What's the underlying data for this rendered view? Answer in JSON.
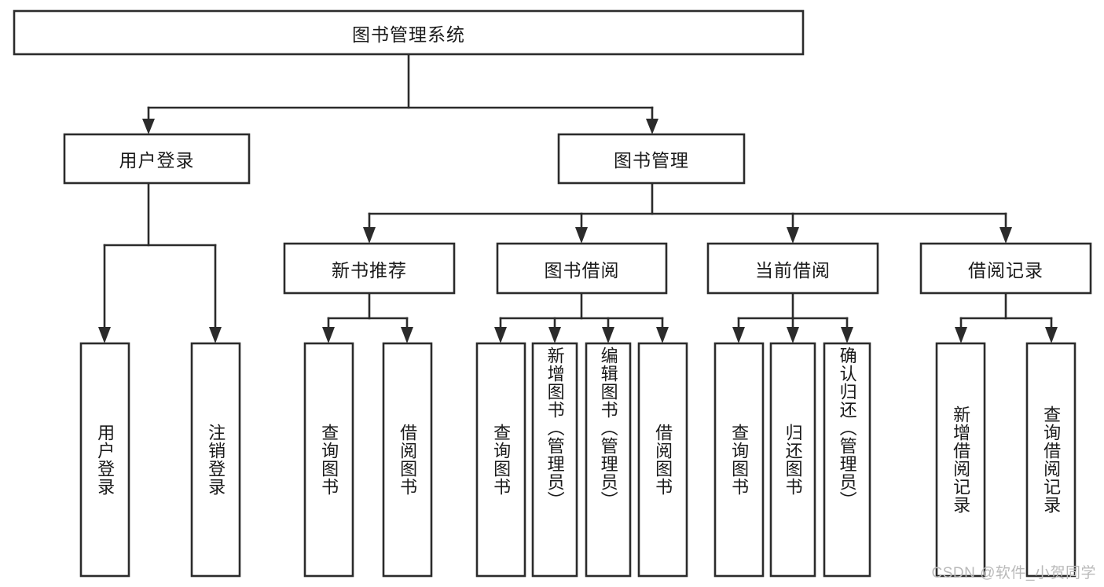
{
  "diagram": {
    "title": "图书管理系统",
    "type": "tree-hierarchy",
    "watermark": "CSDN @软件_小贺同学",
    "colors": {
      "stroke": "#2b2b2b",
      "fill": "#ffffff",
      "text": "#1a1a1a",
      "watermark": "#b9b9b9"
    },
    "root": {
      "label": "图书管理系统",
      "orientation": "horizontal"
    },
    "level2": [
      {
        "label": "用户登录",
        "orientation": "horizontal"
      },
      {
        "label": "图书管理",
        "orientation": "horizontal"
      }
    ],
    "level3": [
      {
        "label": "新书推荐",
        "orientation": "horizontal"
      },
      {
        "label": "图书借阅",
        "orientation": "horizontal"
      },
      {
        "label": "当前借阅",
        "orientation": "horizontal"
      },
      {
        "label": "借阅记录",
        "orientation": "horizontal"
      }
    ],
    "leaves": {
      "user_login": [
        {
          "label": "用户登录",
          "orientation": "vertical"
        },
        {
          "label": "注销登录",
          "orientation": "vertical"
        }
      ],
      "new_book_recommend": [
        {
          "label": "查询图书",
          "orientation": "vertical"
        },
        {
          "label": "借阅图书",
          "orientation": "vertical"
        }
      ],
      "book_borrow": [
        {
          "label": "查询图书",
          "orientation": "vertical"
        },
        {
          "label": "新增图书（管理员）",
          "orientation": "vertical"
        },
        {
          "label": "编辑图书（管理员）",
          "orientation": "vertical"
        },
        {
          "label": "借阅图书",
          "orientation": "vertical"
        }
      ],
      "current_borrow": [
        {
          "label": "查询图书",
          "orientation": "vertical"
        },
        {
          "label": "归还图书",
          "orientation": "vertical"
        },
        {
          "label": "确认归还（管理员）",
          "orientation": "vertical"
        }
      ],
      "borrow_record": [
        {
          "label": "新增借阅记录",
          "orientation": "vertical"
        },
        {
          "label": "查询借阅记录",
          "orientation": "vertical"
        }
      ]
    }
  }
}
